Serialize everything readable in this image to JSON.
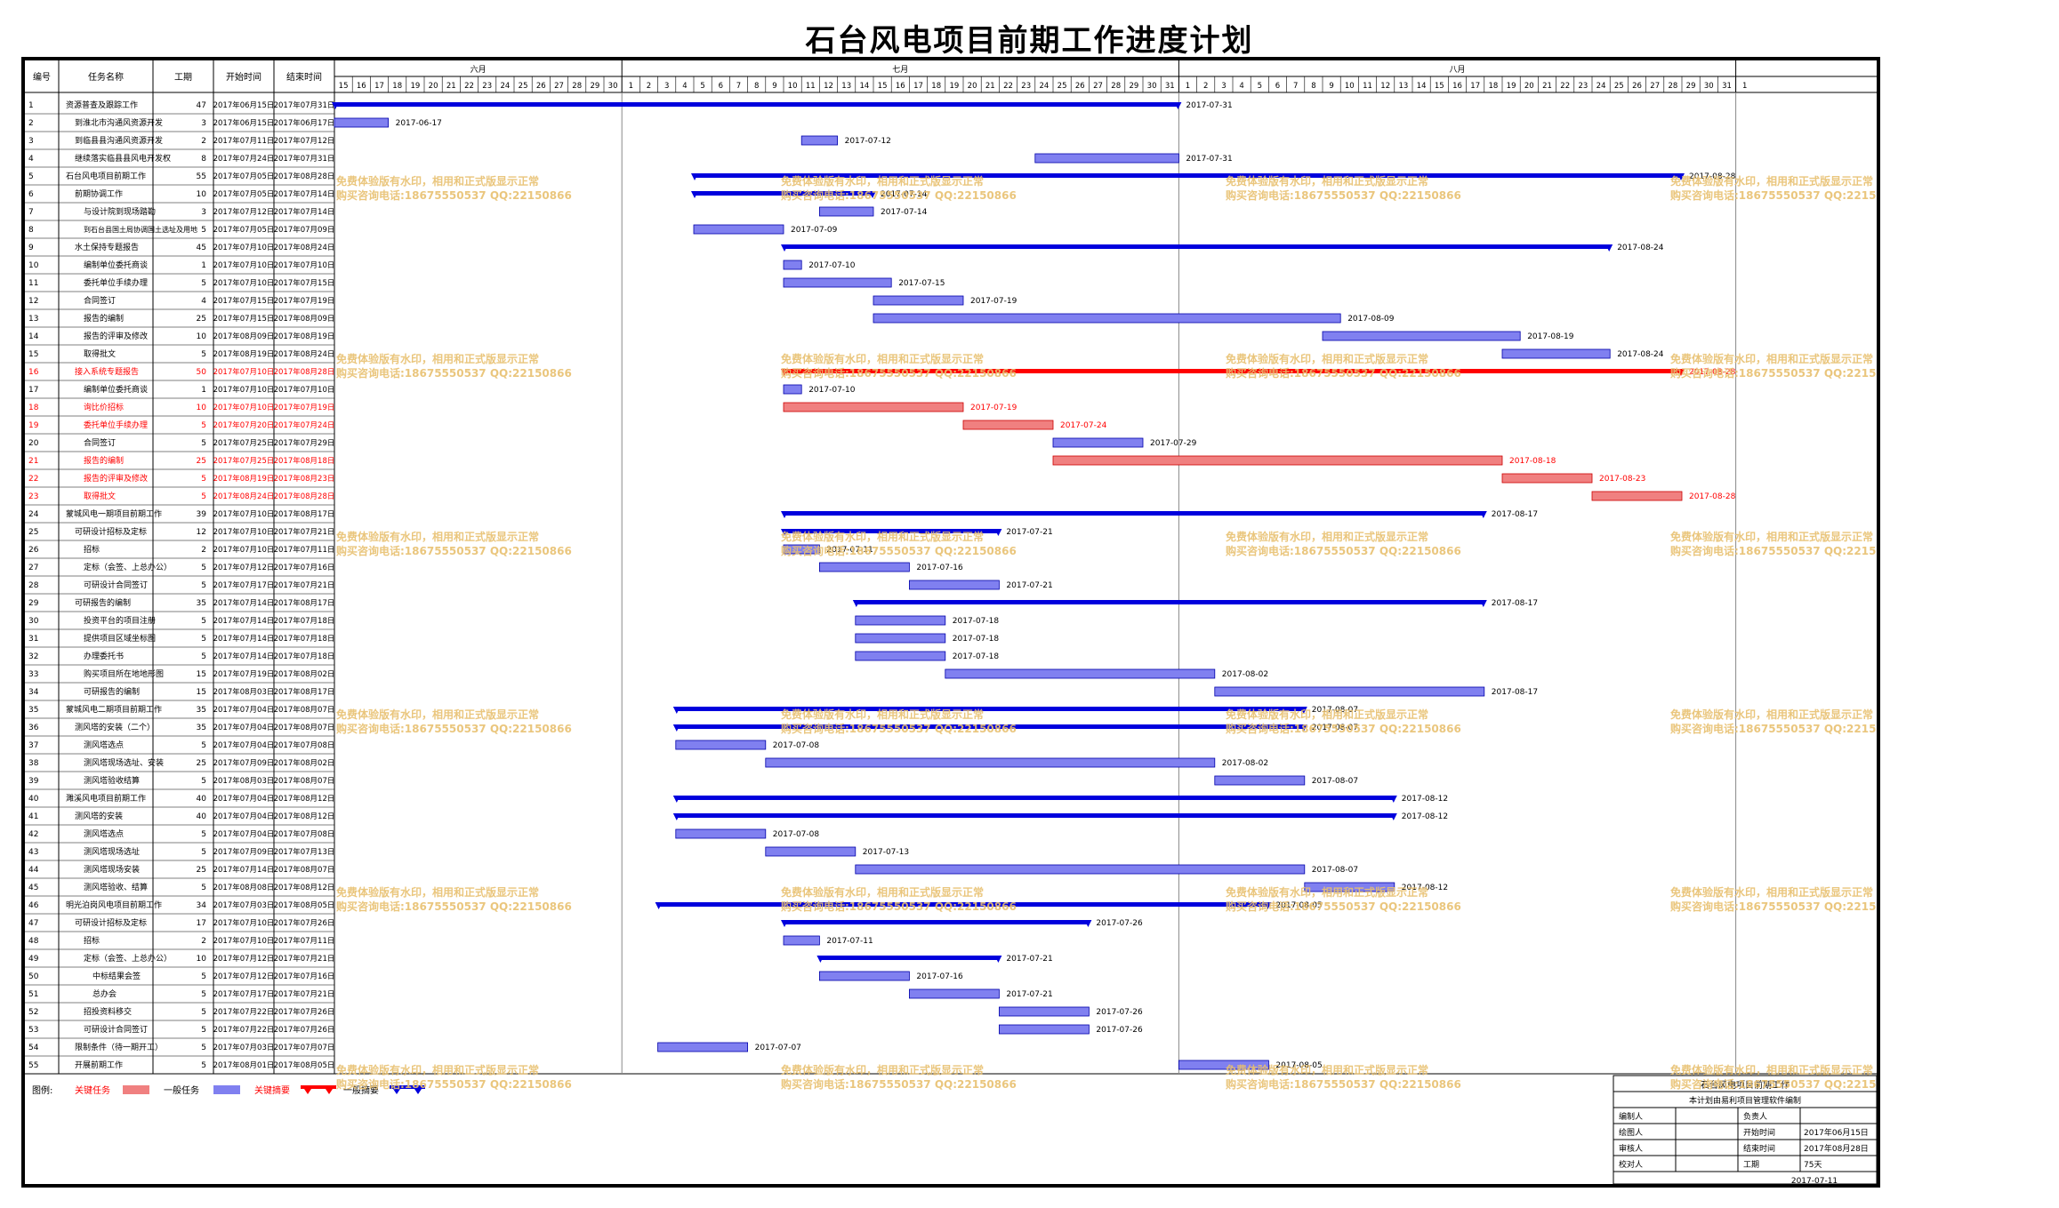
{
  "title": "石台风电项目前期工作进度计划",
  "colors": {
    "critical_task": "#f08080",
    "normal_task": "#8080f0",
    "critical_summary": "#ff0000",
    "normal_summary": "#0000dd",
    "critical_text": "#ff0000",
    "watermark": "#e8c070"
  },
  "table_headers": [
    "编号",
    "任务名称",
    "工期",
    "开始时间",
    "结束时间"
  ],
  "months": [
    {
      "label": "六月",
      "start": "2017-06-15",
      "days": 16
    },
    {
      "label": "七月",
      "start": "2017-07-01",
      "days": 31
    },
    {
      "label": "八月",
      "start": "2017-08-01",
      "days": 31
    },
    {
      "label": "",
      "start": "2017-09-01",
      "days": 1
    }
  ],
  "timeline_start": "2017-06-15",
  "tasks": [
    {
      "id": "1",
      "name": "资源普查及跟踪工作",
      "dur": "47",
      "start": "2017年06月15日",
      "end": "2017年07月31日",
      "kind": "summary",
      "indent": 0,
      "bar_end_label": "2017-07-31"
    },
    {
      "id": "2",
      "name": "到淮北市沟通风资源开发",
      "dur": "3",
      "start": "2017年06月15日",
      "end": "2017年06月17日",
      "kind": "task",
      "indent": 1,
      "bar_end_label": "2017-06-17"
    },
    {
      "id": "3",
      "name": "到临县县沟通风资源开发",
      "dur": "2",
      "start": "2017年07月11日",
      "end": "2017年07月12日",
      "kind": "task",
      "indent": 1,
      "bar_end_label": "2017-07-12"
    },
    {
      "id": "4",
      "name": "继续落实临县县风电开发权",
      "dur": "8",
      "start": "2017年07月24日",
      "end": "2017年07月31日",
      "kind": "task",
      "indent": 1,
      "bar_end_label": "2017-07-31"
    },
    {
      "id": "5",
      "name": "石台风电项目前期工作",
      "dur": "55",
      "start": "2017年07月05日",
      "end": "2017年08月28日",
      "kind": "summary",
      "indent": 0,
      "bar_end_label": "2017-08-28"
    },
    {
      "id": "6",
      "name": "前期协调工作",
      "dur": "10",
      "start": "2017年07月05日",
      "end": "2017年07月14日",
      "kind": "summary",
      "indent": 1,
      "bar_end_label": "2017-07-14"
    },
    {
      "id": "7",
      "name": "与设计院到现场踏勘",
      "dur": "3",
      "start": "2017年07月12日",
      "end": "2017年07月14日",
      "kind": "task",
      "indent": 2,
      "bar_end_label": "2017-07-14"
    },
    {
      "id": "8",
      "name": "到石台县国土局协调国土选址及用地",
      "dur": "5",
      "start": "2017年07月05日",
      "end": "2017年07月09日",
      "kind": "task",
      "indent": 2,
      "bar_end_label": "2017-07-09"
    },
    {
      "id": "9",
      "name": "水土保持专题报告",
      "dur": "45",
      "start": "2017年07月10日",
      "end": "2017年08月24日",
      "kind": "summary",
      "indent": 1,
      "bar_end_label": "2017-08-24"
    },
    {
      "id": "10",
      "name": "编制单位委托商谈",
      "dur": "1",
      "start": "2017年07月10日",
      "end": "2017年07月10日",
      "kind": "task",
      "indent": 2,
      "bar_end_label": "2017-07-10"
    },
    {
      "id": "11",
      "name": "委托单位手续办理",
      "dur": "5",
      "start": "2017年07月10日",
      "end": "2017年07月15日",
      "kind": "task",
      "indent": 2,
      "bar_end_label": "2017-07-15"
    },
    {
      "id": "12",
      "name": "合同签订",
      "dur": "4",
      "start": "2017年07月15日",
      "end": "2017年07月19日",
      "kind": "task",
      "indent": 2,
      "bar_end_label": "2017-07-19"
    },
    {
      "id": "13",
      "name": "报告的编制",
      "dur": "25",
      "start": "2017年07月15日",
      "end": "2017年08月09日",
      "kind": "task",
      "indent": 2,
      "bar_end_label": "2017-08-09"
    },
    {
      "id": "14",
      "name": "报告的评审及修改",
      "dur": "10",
      "start": "2017年08月09日",
      "end": "2017年08月19日",
      "kind": "task",
      "indent": 2,
      "bar_end_label": "2017-08-19"
    },
    {
      "id": "15",
      "name": "取得批文",
      "dur": "5",
      "start": "2017年08月19日",
      "end": "2017年08月24日",
      "kind": "task",
      "indent": 2,
      "bar_end_label": "2017-08-24"
    },
    {
      "id": "16",
      "name": "接入系统专题报告",
      "dur": "50",
      "start": "2017年07月10日",
      "end": "2017年08月28日",
      "kind": "summary",
      "crit": true,
      "indent": 1,
      "bar_end_label": "2017-08-28"
    },
    {
      "id": "17",
      "name": "编制单位委托商谈",
      "dur": "1",
      "start": "2017年07月10日",
      "end": "2017年07月10日",
      "kind": "task",
      "indent": 2,
      "bar_end_label": "2017-07-10"
    },
    {
      "id": "18",
      "name": "询比价招标",
      "dur": "10",
      "start": "2017年07月10日",
      "end": "2017年07月19日",
      "kind": "task",
      "crit": true,
      "indent": 2,
      "bar_end_label": "2017-07-19"
    },
    {
      "id": "19",
      "name": "委托单位手续办理",
      "dur": "5",
      "start": "2017年07月20日",
      "end": "2017年07月24日",
      "kind": "task",
      "crit": true,
      "indent": 2,
      "bar_end_label": "2017-07-24"
    },
    {
      "id": "20",
      "name": "合同签订",
      "dur": "5",
      "start": "2017年07月25日",
      "end": "2017年07月29日",
      "kind": "task",
      "indent": 2,
      "bar_end_label": "2017-07-29"
    },
    {
      "id": "21",
      "name": "报告的编制",
      "dur": "25",
      "start": "2017年07月25日",
      "end": "2017年08月18日",
      "kind": "task",
      "crit": true,
      "indent": 2,
      "bar_end_label": "2017-08-18"
    },
    {
      "id": "22",
      "name": "报告的评审及修改",
      "dur": "5",
      "start": "2017年08月19日",
      "end": "2017年08月23日",
      "kind": "task",
      "crit": true,
      "indent": 2,
      "bar_end_label": "2017-08-23"
    },
    {
      "id": "23",
      "name": "取得批文",
      "dur": "5",
      "start": "2017年08月24日",
      "end": "2017年08月28日",
      "kind": "task",
      "crit": true,
      "indent": 2,
      "bar_end_label": "2017-08-28"
    },
    {
      "id": "24",
      "name": "蒙城风电一期项目前期工作",
      "dur": "39",
      "start": "2017年07月10日",
      "end": "2017年08月17日",
      "kind": "summary",
      "indent": 0,
      "bar_end_label": "2017-08-17"
    },
    {
      "id": "25",
      "name": "可研设计招标及定标",
      "dur": "12",
      "start": "2017年07月10日",
      "end": "2017年07月21日",
      "kind": "summary",
      "indent": 1,
      "bar_end_label": "2017-07-21"
    },
    {
      "id": "26",
      "name": "招标",
      "dur": "2",
      "start": "2017年07月10日",
      "end": "2017年07月11日",
      "kind": "task",
      "indent": 2,
      "bar_end_label": "2017-07-11"
    },
    {
      "id": "27",
      "name": "定标（会签、上总办公）",
      "dur": "5",
      "start": "2017年07月12日",
      "end": "2017年07月16日",
      "kind": "task",
      "indent": 2,
      "bar_end_label": "2017-07-16"
    },
    {
      "id": "28",
      "name": "可研设计合同签订",
      "dur": "5",
      "start": "2017年07月17日",
      "end": "2017年07月21日",
      "kind": "task",
      "indent": 2,
      "bar_end_label": "2017-07-21"
    },
    {
      "id": "29",
      "name": "可研报告的编制",
      "dur": "35",
      "start": "2017年07月14日",
      "end": "2017年08月17日",
      "kind": "summary",
      "indent": 1,
      "bar_end_label": "2017-08-17"
    },
    {
      "id": "30",
      "name": "投资平台的项目注册",
      "dur": "5",
      "start": "2017年07月14日",
      "end": "2017年07月18日",
      "kind": "task",
      "indent": 2,
      "bar_end_label": "2017-07-18"
    },
    {
      "id": "31",
      "name": "提供项目区域坐标图",
      "dur": "5",
      "start": "2017年07月14日",
      "end": "2017年07月18日",
      "kind": "task",
      "indent": 2,
      "bar_end_label": "2017-07-18"
    },
    {
      "id": "32",
      "name": "办理委托书",
      "dur": "5",
      "start": "2017年07月14日",
      "end": "2017年07月18日",
      "kind": "task",
      "indent": 2,
      "bar_end_label": "2017-07-18"
    },
    {
      "id": "33",
      "name": "购买项目所在地地形图",
      "dur": "15",
      "start": "2017年07月19日",
      "end": "2017年08月02日",
      "kind": "task",
      "indent": 2,
      "bar_end_label": "2017-08-02"
    },
    {
      "id": "34",
      "name": "可研报告的编制",
      "dur": "15",
      "start": "2017年08月03日",
      "end": "2017年08月17日",
      "kind": "task",
      "indent": 2,
      "bar_end_label": "2017-08-17"
    },
    {
      "id": "35",
      "name": "蒙城风电二期项目前期工作",
      "dur": "35",
      "start": "2017年07月04日",
      "end": "2017年08月07日",
      "kind": "summary",
      "indent": 0,
      "bar_end_label": "2017-08-07"
    },
    {
      "id": "36",
      "name": "测风塔的安装（二个）",
      "dur": "35",
      "start": "2017年07月04日",
      "end": "2017年08月07日",
      "kind": "summary",
      "indent": 1,
      "bar_end_label": "2017-08-07"
    },
    {
      "id": "37",
      "name": "测风塔选点",
      "dur": "5",
      "start": "2017年07月04日",
      "end": "2017年07月08日",
      "kind": "task",
      "indent": 2,
      "bar_end_label": "2017-07-08"
    },
    {
      "id": "38",
      "name": "测风塔现场选址、安装",
      "dur": "25",
      "start": "2017年07月09日",
      "end": "2017年08月02日",
      "kind": "task",
      "indent": 2,
      "bar_end_label": "2017-08-02"
    },
    {
      "id": "39",
      "name": "测风塔验收结算",
      "dur": "5",
      "start": "2017年08月03日",
      "end": "2017年08月07日",
      "kind": "task",
      "indent": 2,
      "bar_end_label": "2017-08-07"
    },
    {
      "id": "40",
      "name": "濉溪风电项目前期工作",
      "dur": "40",
      "start": "2017年07月04日",
      "end": "2017年08月12日",
      "kind": "summary",
      "indent": 0,
      "bar_end_label": "2017-08-12"
    },
    {
      "id": "41",
      "name": "测风塔的安装",
      "dur": "40",
      "start": "2017年07月04日",
      "end": "2017年08月12日",
      "kind": "summary",
      "indent": 1,
      "bar_end_label": "2017-08-12"
    },
    {
      "id": "42",
      "name": "测风塔选点",
      "dur": "5",
      "start": "2017年07月04日",
      "end": "2017年07月08日",
      "kind": "task",
      "indent": 2,
      "bar_end_label": "2017-07-08"
    },
    {
      "id": "43",
      "name": "测风塔现场选址",
      "dur": "5",
      "start": "2017年07月09日",
      "end": "2017年07月13日",
      "kind": "task",
      "indent": 2,
      "bar_end_label": "2017-07-13"
    },
    {
      "id": "44",
      "name": "测风塔现场安装",
      "dur": "25",
      "start": "2017年07月14日",
      "end": "2017年08月07日",
      "kind": "task",
      "indent": 2,
      "bar_end_label": "2017-08-07"
    },
    {
      "id": "45",
      "name": "测风塔验收、结算",
      "dur": "5",
      "start": "2017年08月08日",
      "end": "2017年08月12日",
      "kind": "task",
      "indent": 2,
      "bar_end_label": "2017-08-12"
    },
    {
      "id": "46",
      "name": "明光泊岗风电项目前期工作",
      "dur": "34",
      "start": "2017年07月03日",
      "end": "2017年08月05日",
      "kind": "summary",
      "indent": 0,
      "bar_end_label": "2017-08-05"
    },
    {
      "id": "47",
      "name": "可研设计招标及定标",
      "dur": "17",
      "start": "2017年07月10日",
      "end": "2017年07月26日",
      "kind": "summary",
      "indent": 1,
      "bar_end_label": "2017-07-26"
    },
    {
      "id": "48",
      "name": "招标",
      "dur": "2",
      "start": "2017年07月10日",
      "end": "2017年07月11日",
      "kind": "task",
      "indent": 2,
      "bar_end_label": "2017-07-11"
    },
    {
      "id": "49",
      "name": "定标（会签、上总办公）",
      "dur": "10",
      "start": "2017年07月12日",
      "end": "2017年07月21日",
      "kind": "summary",
      "indent": 2,
      "bar_end_label": "2017-07-21"
    },
    {
      "id": "50",
      "name": "中标结果会签",
      "dur": "5",
      "start": "2017年07月12日",
      "end": "2017年07月16日",
      "kind": "task",
      "indent": 3,
      "bar_end_label": "2017-07-16"
    },
    {
      "id": "51",
      "name": "总办会",
      "dur": "5",
      "start": "2017年07月17日",
      "end": "2017年07月21日",
      "kind": "task",
      "indent": 3,
      "bar_end_label": "2017-07-21"
    },
    {
      "id": "52",
      "name": "招投资料移交",
      "dur": "5",
      "start": "2017年07月22日",
      "end": "2017年07月26日",
      "kind": "task",
      "indent": 2,
      "bar_end_label": "2017-07-26"
    },
    {
      "id": "53",
      "name": "可研设计合同签订",
      "dur": "5",
      "start": "2017年07月22日",
      "end": "2017年07月26日",
      "kind": "task",
      "indent": 2,
      "bar_end_label": "2017-07-26"
    },
    {
      "id": "54",
      "name": "限制条件（待一期开工）",
      "dur": "5",
      "start": "2017年07月03日",
      "end": "2017年07月07日",
      "kind": "task",
      "indent": 1,
      "bar_end_label": "2017-07-07"
    },
    {
      "id": "55",
      "name": "开展前期工作",
      "dur": "5",
      "start": "2017年08月01日",
      "end": "2017年08月05日",
      "kind": "task",
      "indent": 1,
      "bar_end_label": "2017-08-05"
    }
  ],
  "legend": {
    "label": "图例:",
    "critical_task": "关键任务",
    "normal_task": "一般任务",
    "critical_summary": "关键摘要",
    "normal_summary": "一般摘要"
  },
  "info_box": {
    "project": "石台风电项目前期工作",
    "note": "本计划由易利项目管理软件编制",
    "rows": [
      {
        "k1": "编制人",
        "v1": "",
        "k2": "负责人",
        "v2": ""
      },
      {
        "k1": "绘图人",
        "v1": "",
        "k2": "开始时间",
        "v2": "2017年06月15日"
      },
      {
        "k1": "审核人",
        "v1": "",
        "k2": "结束时间",
        "v2": "2017年08月28日"
      },
      {
        "k1": "校对人",
        "v1": "",
        "k2": "工期",
        "v2": "75天"
      }
    ],
    "date": "2017-07-11"
  },
  "watermark": {
    "line1": "免费体验版有水印，相用和正式版显示正常",
    "line2": "购买咨询电话:18675550537 QQ:22150866"
  }
}
